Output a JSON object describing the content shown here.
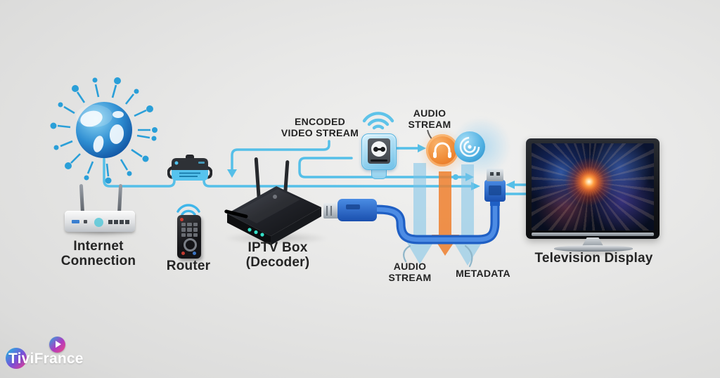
{
  "nodes": {
    "internet": {
      "label": [
        "Internet",
        "Connection"
      ]
    },
    "router": {
      "label": "Router"
    },
    "iptv_box": {
      "label": [
        "IPTV Box",
        "(Decoder)"
      ]
    },
    "television": {
      "label": "Television Display"
    }
  },
  "annotations": {
    "encoded_video_stream": [
      "ENCODED",
      "VIDEO STREAM"
    ],
    "audio_stream_top": [
      "AUDIO",
      "STREAM"
    ],
    "audio_stream_bottom": [
      "AUDIO",
      "STREAM"
    ],
    "metadata": "METADATA"
  },
  "logo": {
    "text": "TiviFrance"
  },
  "icons": [
    "globe-network-icon",
    "modem-icon",
    "mini-router-icon",
    "remote-icon",
    "wifi-icon",
    "set-top-box-icon",
    "decoder-chip-icon",
    "headphones-icon",
    "audio-target-icon",
    "usb-plug-icon",
    "tv-icon",
    "play-button-icon"
  ],
  "colors": {
    "wire_blue": "#55bfe8",
    "cable_blue": "#1f5fc4",
    "arrow_blue": "#7cc3e8",
    "arrow_orange": "#ee7f2d",
    "label_dark": "#242424"
  }
}
